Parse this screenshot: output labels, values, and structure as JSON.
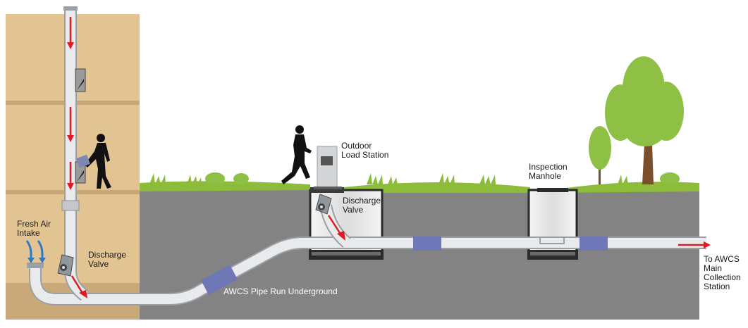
{
  "labels": {
    "fresh_air_intake": "Fresh Air\nIntake",
    "discharge_valve_building": "Discharge\nValve",
    "outdoor_load_station": "Outdoor\nLoad Station",
    "discharge_valve_station": "Discharge\nValve",
    "inspection_manhole": "Inspection\nManhole",
    "pipe_run": "AWCS Pipe Run Underground",
    "destination": "To AWCS\nMain\nCollection\nStation"
  },
  "colors": {
    "building": "#e2c493",
    "building_floor_line": "#c8a678",
    "building_base": "#c9a97a",
    "ground": "#838383",
    "grass": "#8cbc3a",
    "pipe_fill": "#e9eaec",
    "pipe_outline": "#9aa0a6",
    "pipe_joint": "#6f78b6",
    "flow_arrow": "#e01a22",
    "air_arrow": "#2f79c4",
    "silhouette": "#111111",
    "tree_foliage": "#8ec045",
    "tree_trunk": "#7b4f2c"
  },
  "icons": [
    "person-silhouette-icon",
    "tree-icon",
    "grass-tuft-icon",
    "red-flow-arrow-icon",
    "blue-air-arrow-icon"
  ]
}
